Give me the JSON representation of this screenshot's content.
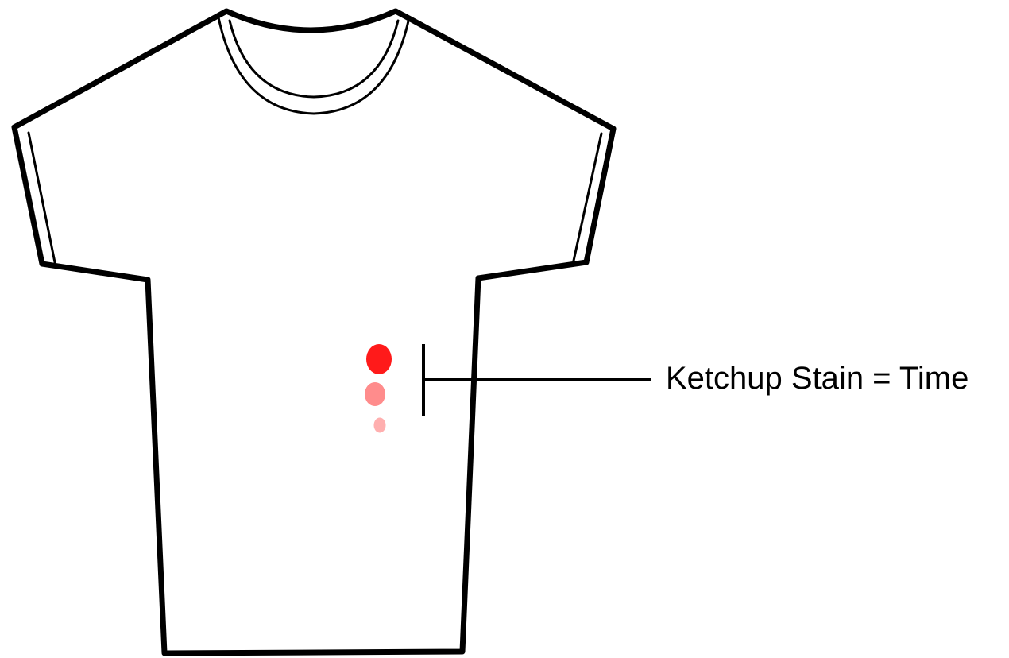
{
  "annotation": {
    "label": "Ketchup Stain = Time"
  },
  "stain": {
    "color": "#ff1a1a",
    "opacity_levels": [
      1.0,
      0.5,
      0.35
    ]
  },
  "colors": {
    "outline": "#000000",
    "background": "#ffffff"
  }
}
